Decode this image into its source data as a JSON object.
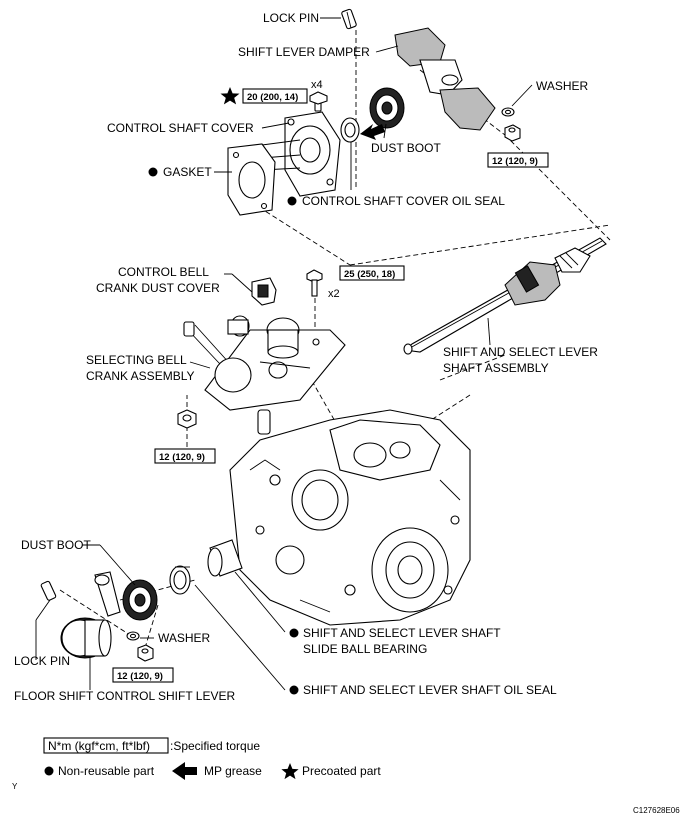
{
  "labels": {
    "lock_pin_top": "LOCK PIN",
    "shift_lever_damper": "SHIFT LEVER DAMPER",
    "washer_top": "WASHER",
    "control_shaft_cover": "CONTROL SHAFT COVER",
    "dust_boot_top": "DUST BOOT",
    "gasket": "GASKET",
    "control_shaft_cover_oil_seal": "CONTROL SHAFT COVER OIL SEAL",
    "control_bell_crank_dust_cover_1": "CONTROL BELL",
    "control_bell_crank_dust_cover_2": "CRANK DUST COVER",
    "selecting_bell_crank_assembly_1": "SELECTING BELL",
    "selecting_bell_crank_assembly_2": "CRANK ASSEMBLY",
    "shift_select_lever_shaft_assembly_1": "SHIFT AND SELECT LEVER",
    "shift_select_lever_shaft_assembly_2": "SHAFT ASSEMBLY",
    "dust_boot_bottom": "DUST BOOT",
    "washer_bottom": "WASHER",
    "lock_pin_bottom": "LOCK PIN",
    "floor_shift_control_shift_lever": "FLOOR SHIFT CONTROL SHIFT LEVER",
    "slide_ball_bearing_1": "SHIFT AND SELECT LEVER SHAFT",
    "slide_ball_bearing_2": "SLIDE BALL BEARING",
    "oil_seal_bottom": "SHIFT AND SELECT LEVER SHAFT OIL SEAL"
  },
  "torques": {
    "cover_bolts": "20 (200, 14)",
    "cover_bolts_qty": "x4",
    "washer_top_nut": "12 (120, 9)",
    "bell_crank_bolts": "25 (250, 18)",
    "bell_crank_bolts_qty": "x2",
    "bell_crank_nut": "12 (120, 9)",
    "bottom_nut": "12 (120, 9)"
  },
  "legend": {
    "torque_box": "N*m (kgf*cm, ft*lbf)",
    "torque_desc": ":Specified torque",
    "non_reusable": "Non-reusable part",
    "mp_grease": "MP grease",
    "precoated": "Precoated part"
  },
  "corner": {
    "letter": "Y",
    "figure_code": "C127628E06"
  },
  "icons": {
    "non_reusable": "filled-circle-icon",
    "mp_grease": "black-arrow-icon",
    "precoated": "star-icon"
  }
}
